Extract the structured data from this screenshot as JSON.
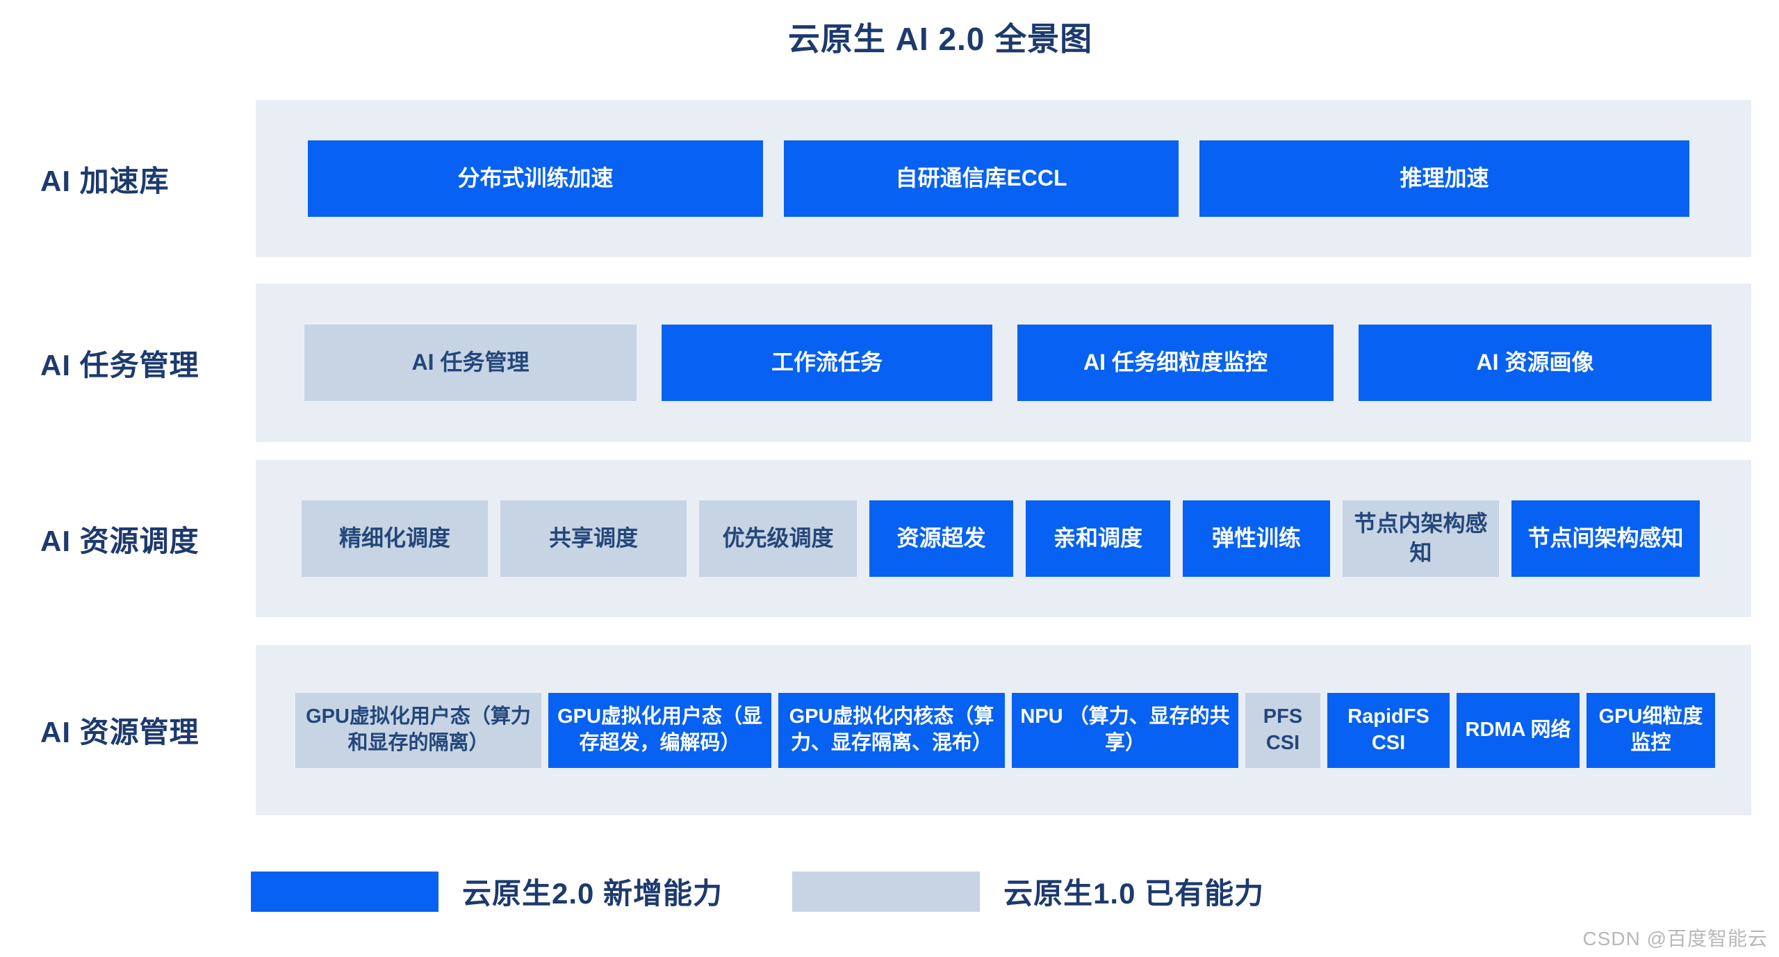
{
  "title": "云原生 AI 2.0 全景图",
  "watermark": "CSDN @百度智能云",
  "colors": {
    "new_capability": "#0761f2",
    "existing_capability": "#c7d4e4",
    "row_background": "#e9eef5",
    "heading_text": "#1d3a6e"
  },
  "rows": [
    {
      "label": "AI 加速库",
      "items": [
        {
          "label": "分布式训练加速",
          "type": "new"
        },
        {
          "label": "自研通信库ECCL",
          "type": "new"
        },
        {
          "label": "推理加速",
          "type": "new"
        }
      ]
    },
    {
      "label": "AI 任务管理",
      "items": [
        {
          "label": "AI 任务管理",
          "type": "existing"
        },
        {
          "label": "工作流任务",
          "type": "new"
        },
        {
          "label": "AI 任务细粒度监控",
          "type": "new"
        },
        {
          "label": "AI 资源画像",
          "type": "new"
        }
      ]
    },
    {
      "label": "AI 资源调度",
      "items": [
        {
          "label": "精细化调度",
          "type": "existing"
        },
        {
          "label": "共享调度",
          "type": "existing"
        },
        {
          "label": "优先级调度",
          "type": "existing"
        },
        {
          "label": "资源超发",
          "type": "new"
        },
        {
          "label": "亲和调度",
          "type": "new"
        },
        {
          "label": "弹性训练",
          "type": "new"
        },
        {
          "label": "节点内架构感知",
          "type": "existing"
        },
        {
          "label": "节点间架构感知",
          "type": "new"
        }
      ]
    },
    {
      "label": "AI 资源管理",
      "items": [
        {
          "label": "GPU虚拟化用户态（算力和显存的隔离）",
          "type": "existing"
        },
        {
          "label": "GPU虚拟化用户态（显存超发，编解码）",
          "type": "new"
        },
        {
          "label": "GPU虚拟化内核态（算力、显存隔离、混布）",
          "type": "new"
        },
        {
          "label": "NPU （算力、显存的共享）",
          "type": "new"
        },
        {
          "label": "PFS CSI",
          "type": "existing"
        },
        {
          "label": "RapidFS CSI",
          "type": "new"
        },
        {
          "label": "RDMA 网络",
          "type": "new"
        },
        {
          "label": "GPU细粒度监控",
          "type": "new"
        }
      ]
    }
  ],
  "legend": {
    "items": [
      {
        "label": "云原生2.0 新增能力",
        "type": "new"
      },
      {
        "label": "云原生1.0 已有能力",
        "type": "existing"
      }
    ]
  }
}
